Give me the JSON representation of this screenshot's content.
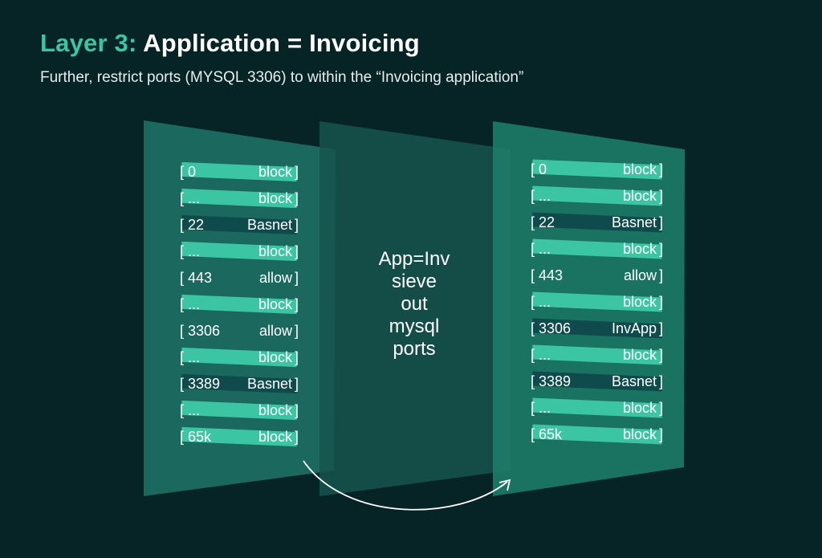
{
  "header": {
    "layer_label": "Layer 3:",
    "title": "Application = Invoicing",
    "subtitle": "Further, restrict ports (MYSQL 3306) to within the “Invoicing application”"
  },
  "colors": {
    "background": "#062326",
    "accent": "#3cc5a2",
    "panel_left": "#1d6f63",
    "panel_middle": "#18544d",
    "panel_right": "#1e7d6a",
    "block_bar": "#3cc5a2",
    "special_bar": "#0f4a4c"
  },
  "left_panel": {
    "rows": [
      {
        "port": "0",
        "action": "block",
        "kind": "block"
      },
      {
        "port": "...",
        "action": "block",
        "kind": "block"
      },
      {
        "port": "22",
        "action": "Basnet",
        "kind": "special"
      },
      {
        "port": "...",
        "action": "block",
        "kind": "block"
      },
      {
        "port": "443",
        "action": "allow",
        "kind": "plain"
      },
      {
        "port": "...",
        "action": "block",
        "kind": "block"
      },
      {
        "port": "3306",
        "action": "allow",
        "kind": "plain"
      },
      {
        "port": "...",
        "action": "block",
        "kind": "block"
      },
      {
        "port": "3389",
        "action": "Basnet",
        "kind": "special"
      },
      {
        "port": "...",
        "action": "block",
        "kind": "block"
      },
      {
        "port": "65k",
        "action": "block",
        "kind": "block"
      }
    ]
  },
  "middle_panel": {
    "lines": [
      "App=Inv",
      "sieve",
      "out",
      "mysql",
      "ports"
    ]
  },
  "right_panel": {
    "rows": [
      {
        "port": "0",
        "action": "block",
        "kind": "block"
      },
      {
        "port": "...",
        "action": "block",
        "kind": "block"
      },
      {
        "port": "22",
        "action": "Basnet",
        "kind": "special"
      },
      {
        "port": "...",
        "action": "block",
        "kind": "block"
      },
      {
        "port": "443",
        "action": "allow",
        "kind": "plain"
      },
      {
        "port": "...",
        "action": "block",
        "kind": "block"
      },
      {
        "port": "3306",
        "action": "InvApp",
        "kind": "special"
      },
      {
        "port": "...",
        "action": "block",
        "kind": "block"
      },
      {
        "port": "3389",
        "action": "Basnet",
        "kind": "special"
      },
      {
        "port": "...",
        "action": "block",
        "kind": "block"
      },
      {
        "port": "65k",
        "action": "block",
        "kind": "block"
      }
    ]
  }
}
